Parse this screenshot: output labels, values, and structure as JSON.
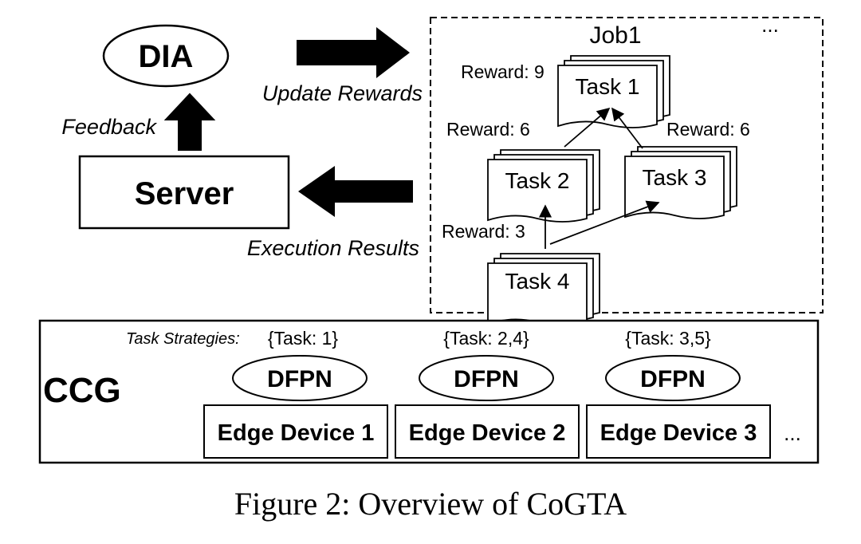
{
  "top": {
    "dia_label": "DIA",
    "server_label": "Server",
    "update_rewards_label": "Update Rewards",
    "feedback_label": "Feedback",
    "execution_results_label": "Execution Results"
  },
  "job": {
    "title": "Job1",
    "ellipsis": "...",
    "tasks": [
      {
        "label": "Task 1",
        "reward": "Reward: 9"
      },
      {
        "label": "Task 2",
        "reward": "Reward: 6"
      },
      {
        "label": "Task 3",
        "reward": "Reward: 6"
      },
      {
        "label": "Task 4",
        "reward": "Reward: 3"
      }
    ]
  },
  "ccg": {
    "label": "CCG",
    "strategies_label": "Task Strategies:",
    "devices": [
      {
        "strategy": "{Task: 1}",
        "dfpn_label": "DFPN",
        "device_label": "Edge Device 1"
      },
      {
        "strategy": "{Task: 2,4}",
        "dfpn_label": "DFPN",
        "device_label": "Edge Device 2"
      },
      {
        "strategy": "{Task: 3,5}",
        "dfpn_label": "DFPN",
        "device_label": "Edge Device 3"
      }
    ],
    "ellipsis": "..."
  },
  "caption": "Figure 2: Overview of CoGTA"
}
